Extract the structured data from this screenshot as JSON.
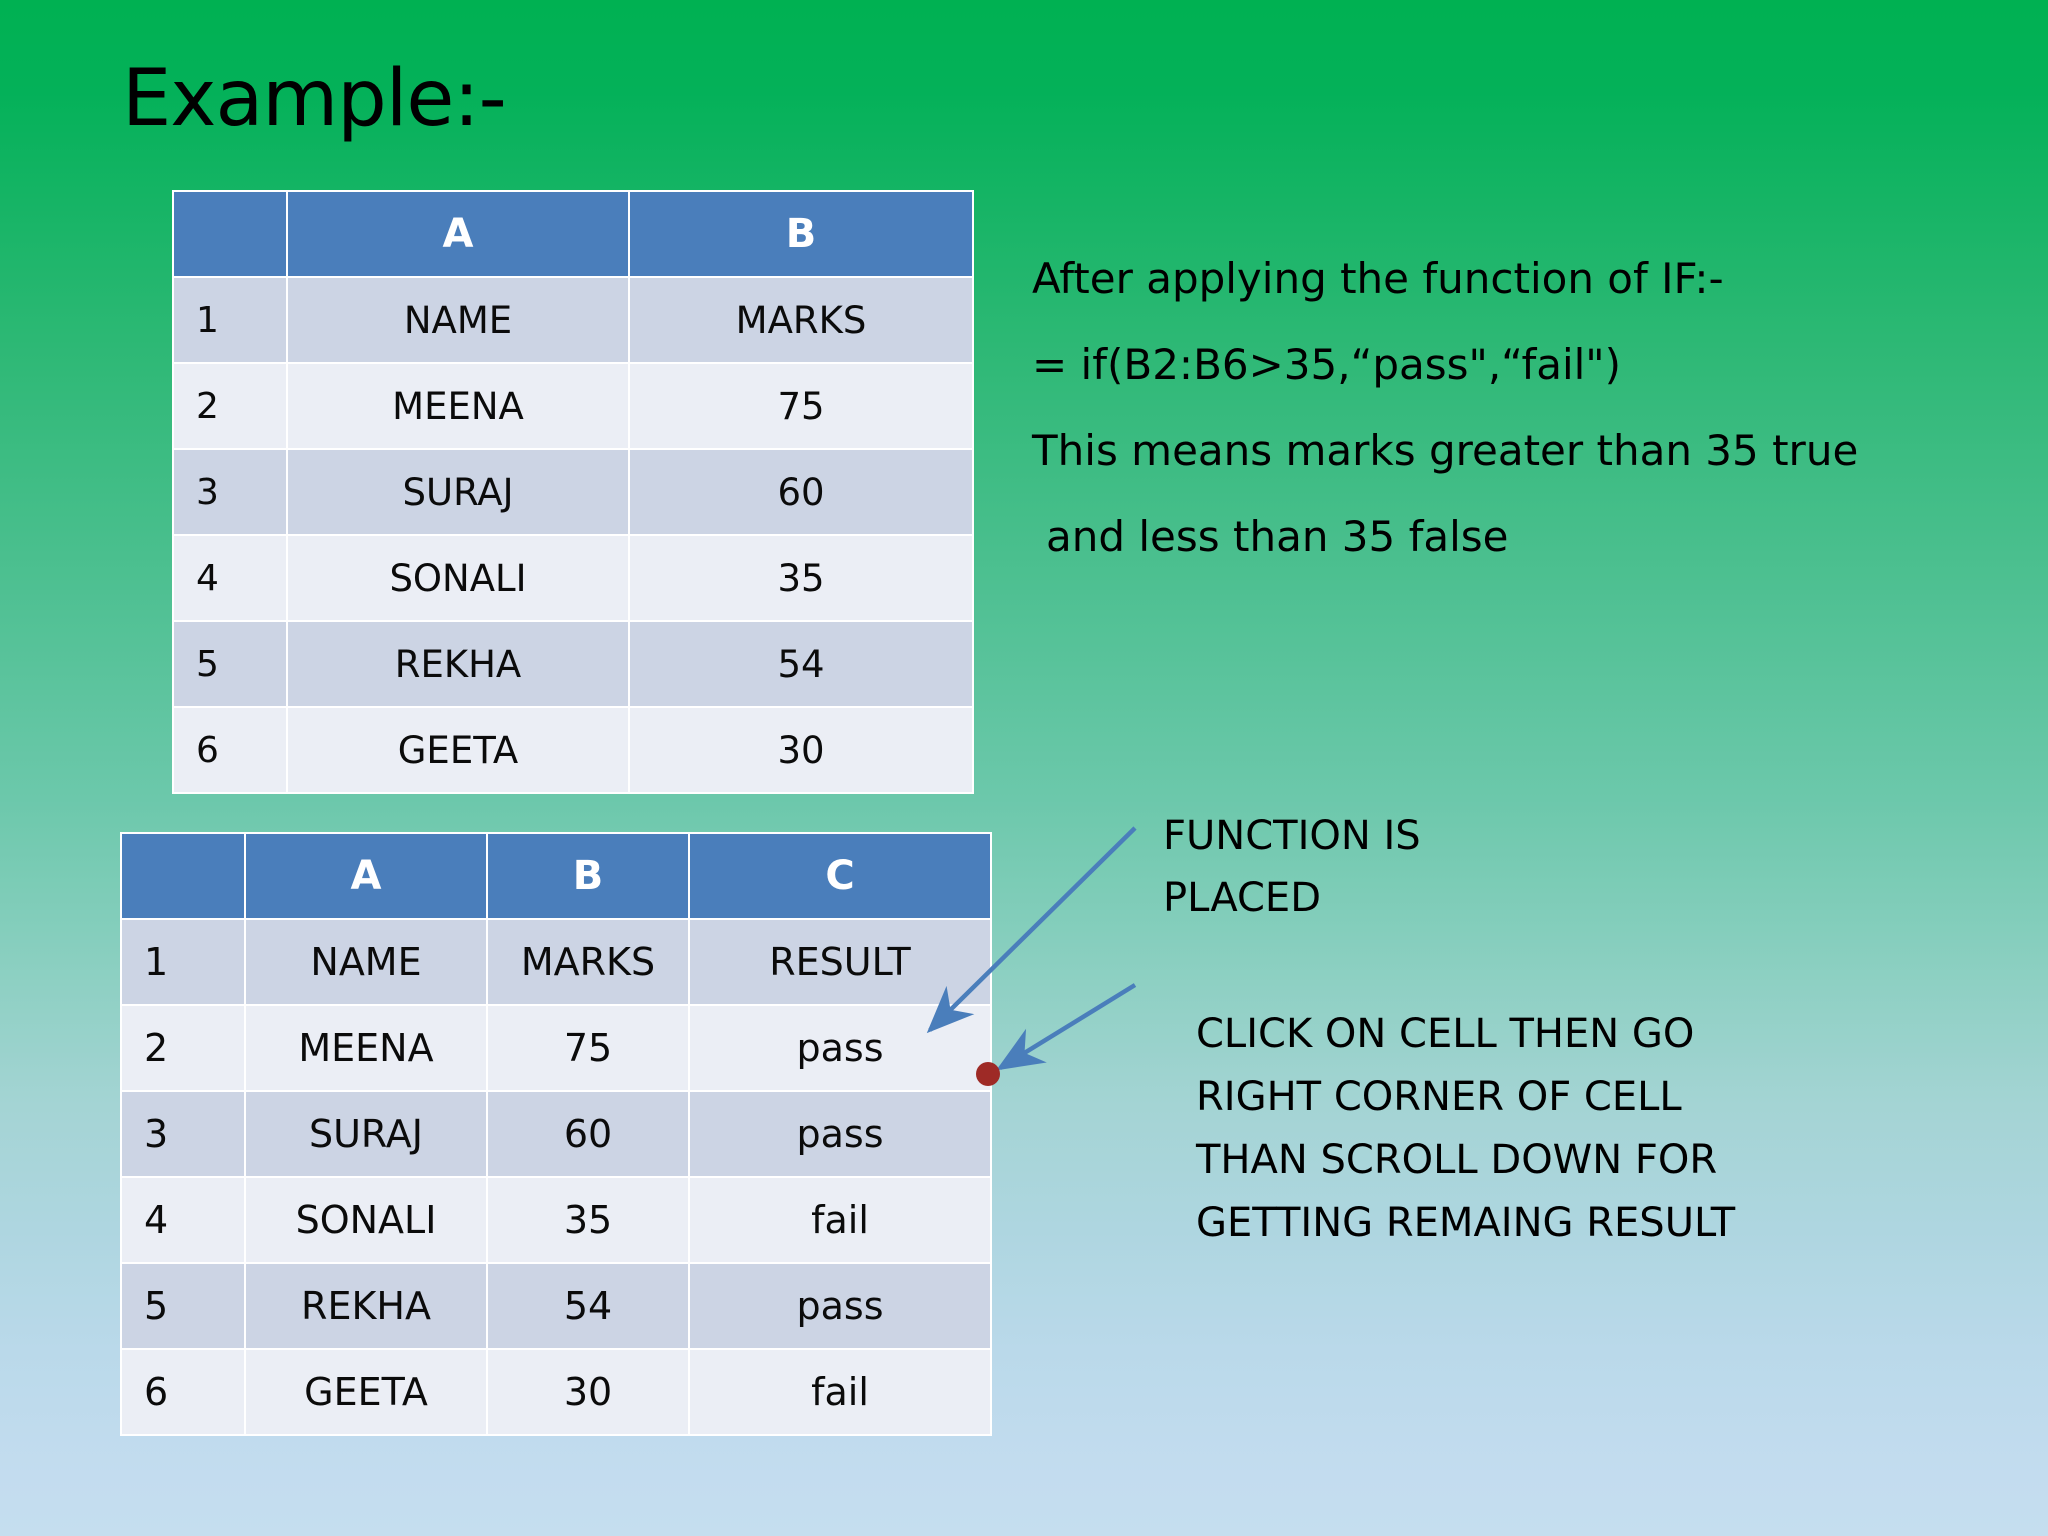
{
  "slide": {
    "title": "Example:-",
    "background_top_color": "#00b152",
    "background_bottom_color": "#c5deef"
  },
  "table_marks": {
    "header_fill": "#4a7ebb",
    "column_letters": [
      "",
      "A",
      "B"
    ],
    "rows": [
      {
        "num": "1",
        "a": "NAME",
        "b": "MARKS"
      },
      {
        "num": "2",
        "a": "MEENA",
        "b": "75"
      },
      {
        "num": "3",
        "a": "SURAJ",
        "b": "60"
      },
      {
        "num": "4",
        "a": "SONALI",
        "b": "35"
      },
      {
        "num": "5",
        "a": "REKHA",
        "b": "54"
      },
      {
        "num": "6",
        "a": "GEETA",
        "b": "30"
      }
    ]
  },
  "table_result": {
    "header_fill": "#4a7ebb",
    "column_letters": [
      "",
      "A",
      "B",
      "C"
    ],
    "rows": [
      {
        "num": "1",
        "a": "NAME",
        "b": "MARKS",
        "c": "RESULT"
      },
      {
        "num": "2",
        "a": "MEENA",
        "b": "75",
        "c": "pass"
      },
      {
        "num": "3",
        "a": "SURAJ",
        "b": "60",
        "c": "pass"
      },
      {
        "num": "4",
        "a": "SONALI",
        "b": "35",
        "c": "fail"
      },
      {
        "num": "5",
        "a": "REKHA",
        "b": "54",
        "c": "pass"
      },
      {
        "num": "6",
        "a": "GEETA",
        "b": "30",
        "c": "fail"
      }
    ]
  },
  "explanation": {
    "line1": "After applying the function of IF:-",
    "line2": "= if(B2:B6>35,“pass\",“fail\")",
    "line3": "This means marks greater than 35 true",
    "line4": "and less than 35 false"
  },
  "notes": {
    "function_placed": {
      "line1": "FUNCTION IS",
      "line2": "PLACED"
    },
    "steps": {
      "line1": "CLICK ON CELL THEN GO",
      "line2": "RIGHT CORNER OF CELL",
      "line3": "THAN SCROLL DOWN FOR",
      "line4": "GETTING REMAING RESULT"
    }
  },
  "annotations": {
    "arrow_color": "#4a7ebb",
    "fill_handle_color": "#9e2a26"
  }
}
